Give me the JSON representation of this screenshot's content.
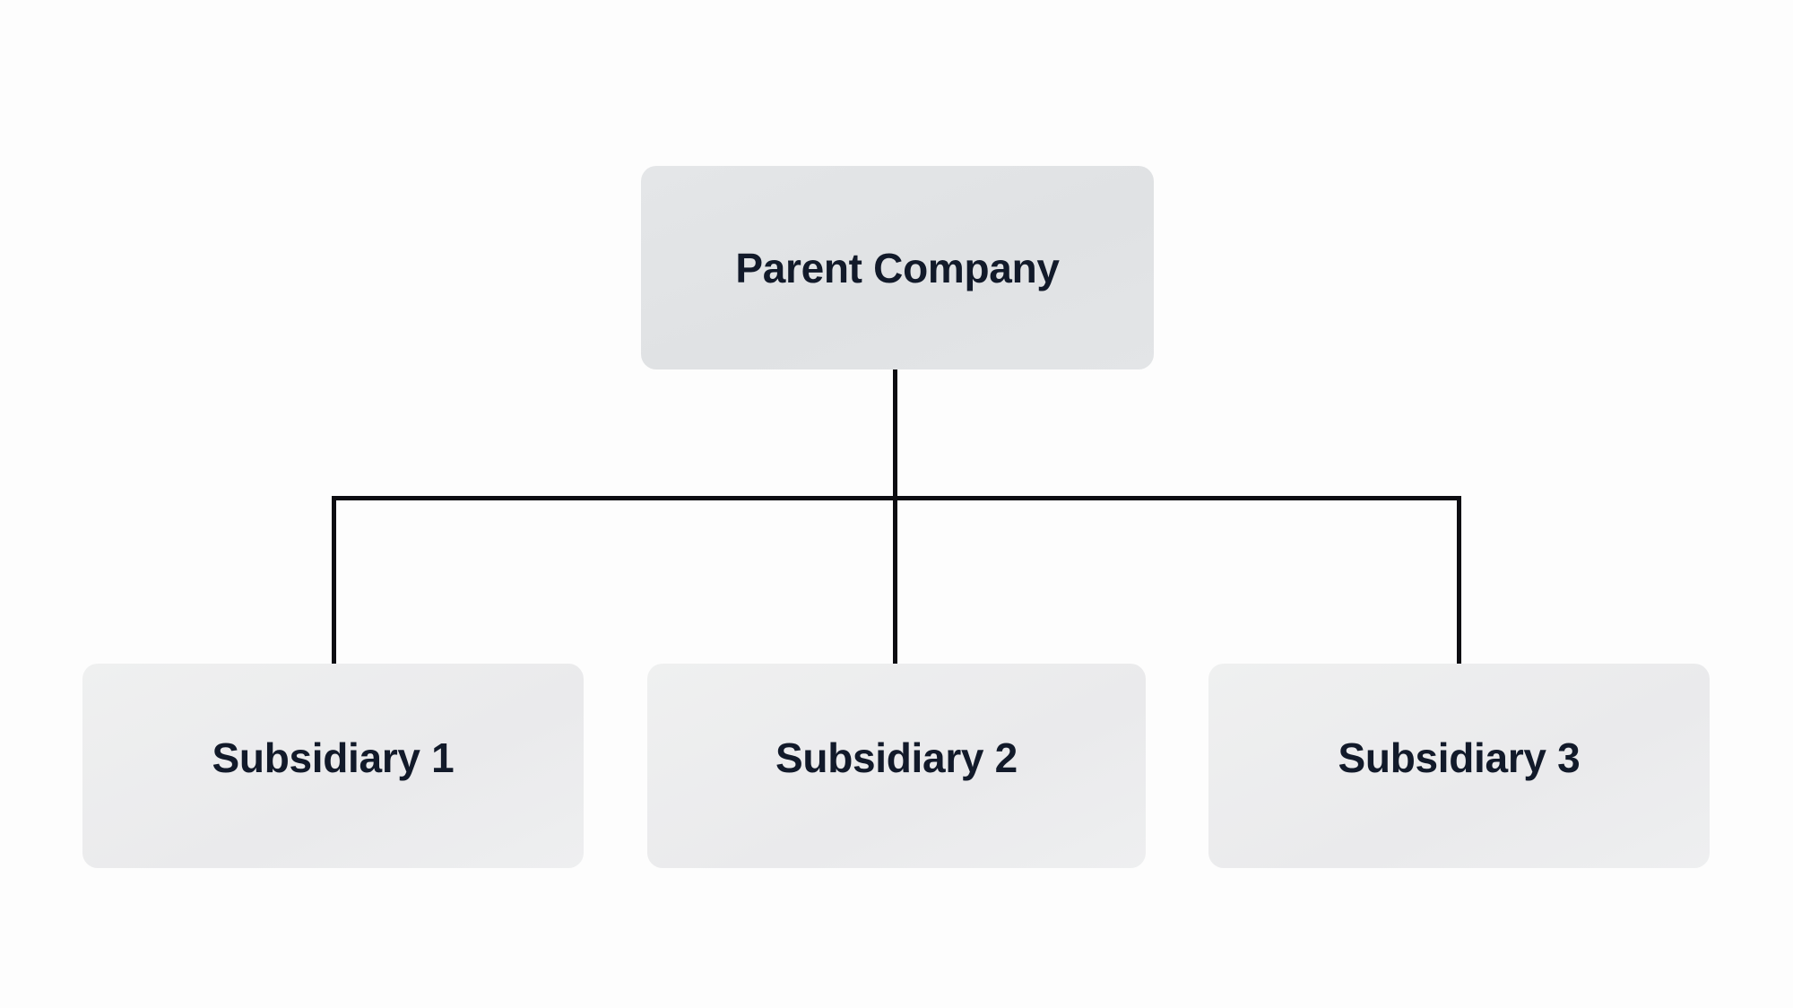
{
  "diagram": {
    "type": "organizational-chart",
    "orientation": "top-down",
    "background_color": "#fdfdfd",
    "connector_color": "#0d0d12",
    "root": {
      "label": "Parent Company",
      "box_color": "#e1e3e5",
      "text_color": "#121a2a"
    },
    "children": [
      {
        "label": "Subsidiary 1",
        "box_color": "#ececee",
        "text_color": "#121a2a"
      },
      {
        "label": "Subsidiary 2",
        "box_color": "#ececee",
        "text_color": "#121a2a"
      },
      {
        "label": "Subsidiary 3",
        "box_color": "#ececee",
        "text_color": "#121a2a"
      }
    ]
  }
}
